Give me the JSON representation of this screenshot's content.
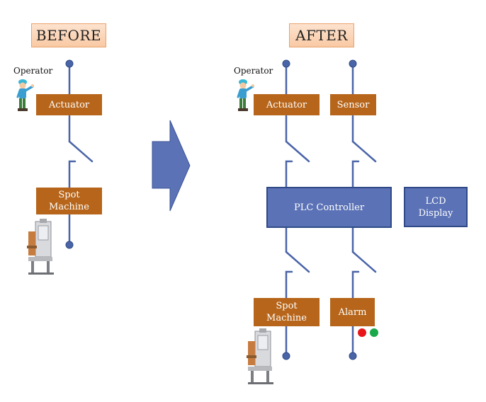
{
  "before": {
    "title": "BEFORE",
    "operator_label": "Operator",
    "actuator_label": "Actuator",
    "spot_machine_label": "Spot\nMachine"
  },
  "after": {
    "title": "AFTER",
    "operator_label": "Operator",
    "actuator_label": "Actuator",
    "sensor_label": "Sensor",
    "plc_label": "PLC Controller",
    "lcd_label": "LCD\nDisplay",
    "spot_machine_label": "Spot\nMachine",
    "alarm_label": "Alarm"
  },
  "icons": {
    "arrow": "right-arrow-icon",
    "operator": "operator-person-icon",
    "machine": "spot-welding-machine-icon",
    "alarm_lights": "alarm-lights-icon"
  },
  "colors": {
    "brown_box": "#b6651a",
    "blue_box": "#5b72b6",
    "wire": "#4a64a8",
    "title_fill": "#fbd2b2",
    "alarm_red": "#e8151b",
    "alarm_green": "#1aa84a"
  }
}
